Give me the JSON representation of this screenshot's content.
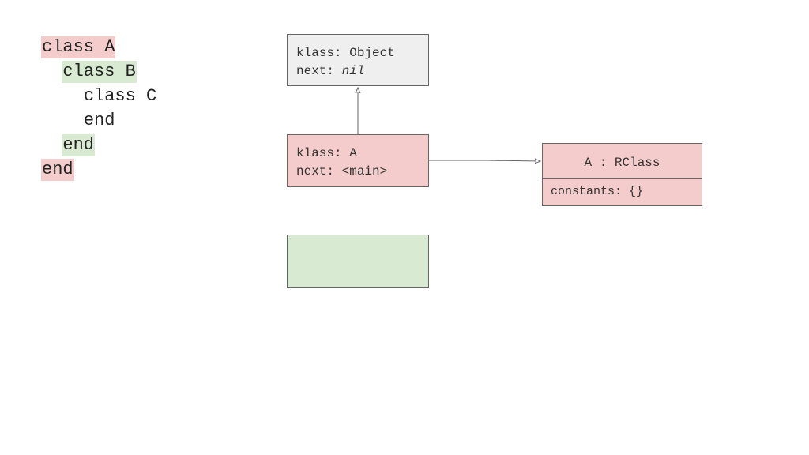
{
  "code": {
    "lines": [
      {
        "indent": "",
        "text": "class A",
        "highlight": "red"
      },
      {
        "indent": "  ",
        "text": "class B",
        "highlight": "green"
      },
      {
        "indent": "    ",
        "text": "class C",
        "highlight": "none"
      },
      {
        "indent": "    ",
        "text": "end",
        "highlight": "none"
      },
      {
        "indent": "  ",
        "text": "end",
        "highlight": "green"
      },
      {
        "indent": "",
        "text": "end",
        "highlight": "red"
      }
    ]
  },
  "frames": {
    "object": {
      "klass_label": "klass: ",
      "klass_value": "Object",
      "next_label": "next: ",
      "next_value": "nil"
    },
    "a": {
      "klass_label": "klass: ",
      "klass_value": "A",
      "next_label": "next: ",
      "next_value": "<main>"
    }
  },
  "rclass": {
    "title": "A : RClass",
    "constants": "constants: {}"
  },
  "colors": {
    "red_highlight": "#f4cccc",
    "green_highlight": "#d9ead3",
    "gray_box": "#efefef",
    "border": "#666666"
  }
}
